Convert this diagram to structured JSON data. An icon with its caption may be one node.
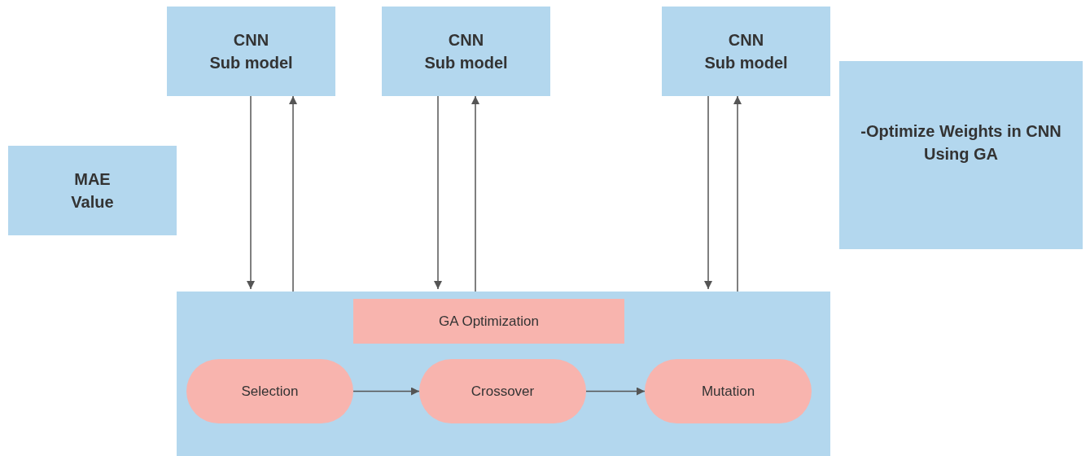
{
  "diagram": {
    "nodes": [
      {
        "text": [
          "CNN",
          "Sub model"
        ]
      },
      {
        "text": [
          "CNN",
          "Sub model"
        ]
      },
      {
        "text": [
          "CNN",
          "Sub model"
        ]
      },
      {
        "text": [
          "MAE Value"
        ]
      },
      {
        "text": [
          "-Optimize Weights in CNN Using GA"
        ]
      },
      {
        "text": [],
        "shape": "box"
      },
      {
        "text": [
          "GA Optimization"
        ],
        "in": 5
      },
      {
        "text": [
          "Selection"
        ],
        "in": 5
      },
      {
        "text": [
          "Crossover"
        ],
        "in": 5
      },
      {
        "text": [
          "Mutation"
        ],
        "in": 5
      }
    ],
    "edges": [
      {
        "from": 0,
        "to": 5,
        "arrow": "to"
      },
      {
        "from": 5,
        "to": 0,
        "arrow": "to"
      },
      {
        "from": 1,
        "to": 5,
        "arrow": "to"
      },
      {
        "from": 5,
        "to": 1,
        "arrow": "to"
      },
      {
        "from": 2,
        "to": 5,
        "arrow": "to"
      },
      {
        "from": 5,
        "to": 2,
        "arrow": "to"
      },
      {
        "from": 7,
        "to": 8,
        "arrow": "to"
      },
      {
        "from": 8,
        "to": 9,
        "arrow": "to"
      }
    ]
  }
}
